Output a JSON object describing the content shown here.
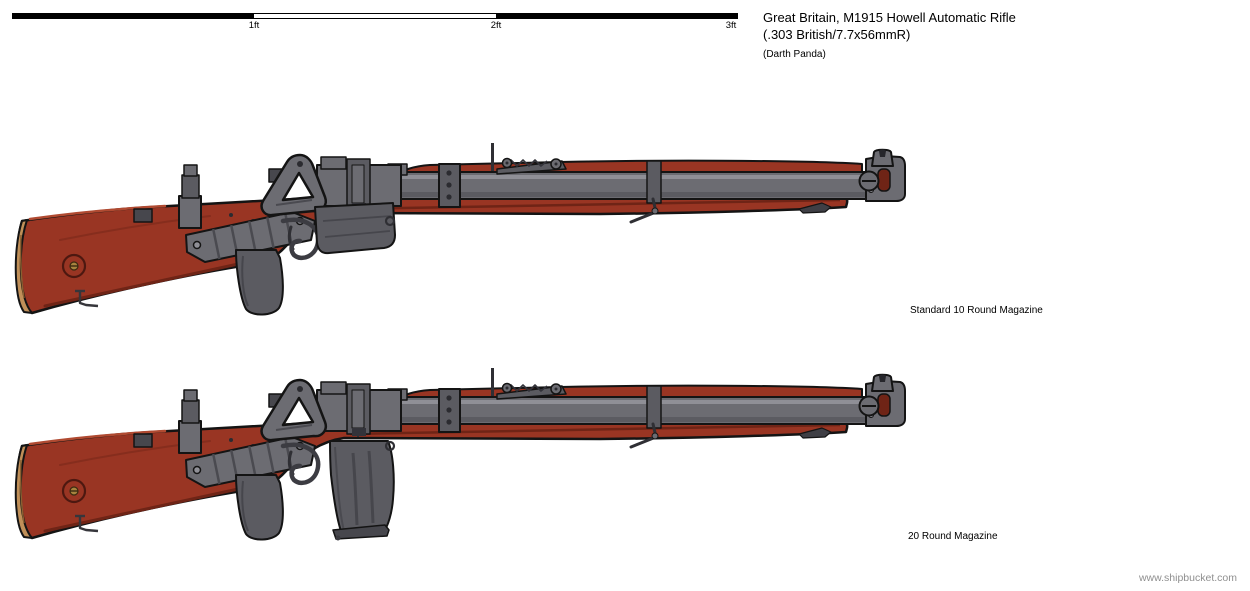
{
  "title": {
    "line1": "Great Britain, M1915 Howell Automatic Rifle",
    "line2": "(.303 British/7.7x56mmR)",
    "credit": "(Darth Panda)"
  },
  "scale_bar": {
    "tick_labels": [
      "1ft",
      "2ft",
      "3ft"
    ]
  },
  "rifles": [
    {
      "id": "rifle-10-round",
      "caption": "Standard 10 Round Magazine"
    },
    {
      "id": "rifle-20-round",
      "caption": "20 Round Magazine"
    }
  ],
  "watermark": "www.shipbucket.com",
  "colors": {
    "background": "#ffffff",
    "text": "#000000",
    "outline": "#141414",
    "wood": "#993523",
    "wood_highlight": "#b04a31",
    "wood_shadow": "#6f2416",
    "metal": "#6c6c72",
    "metal_light": "#8f8f96",
    "metal_mid": "#5b5b61",
    "metal_dark": "#47474d",
    "buttplate": "#c08f58",
    "brass": "#a7843e",
    "watermark_text": "#8f8f8f"
  }
}
